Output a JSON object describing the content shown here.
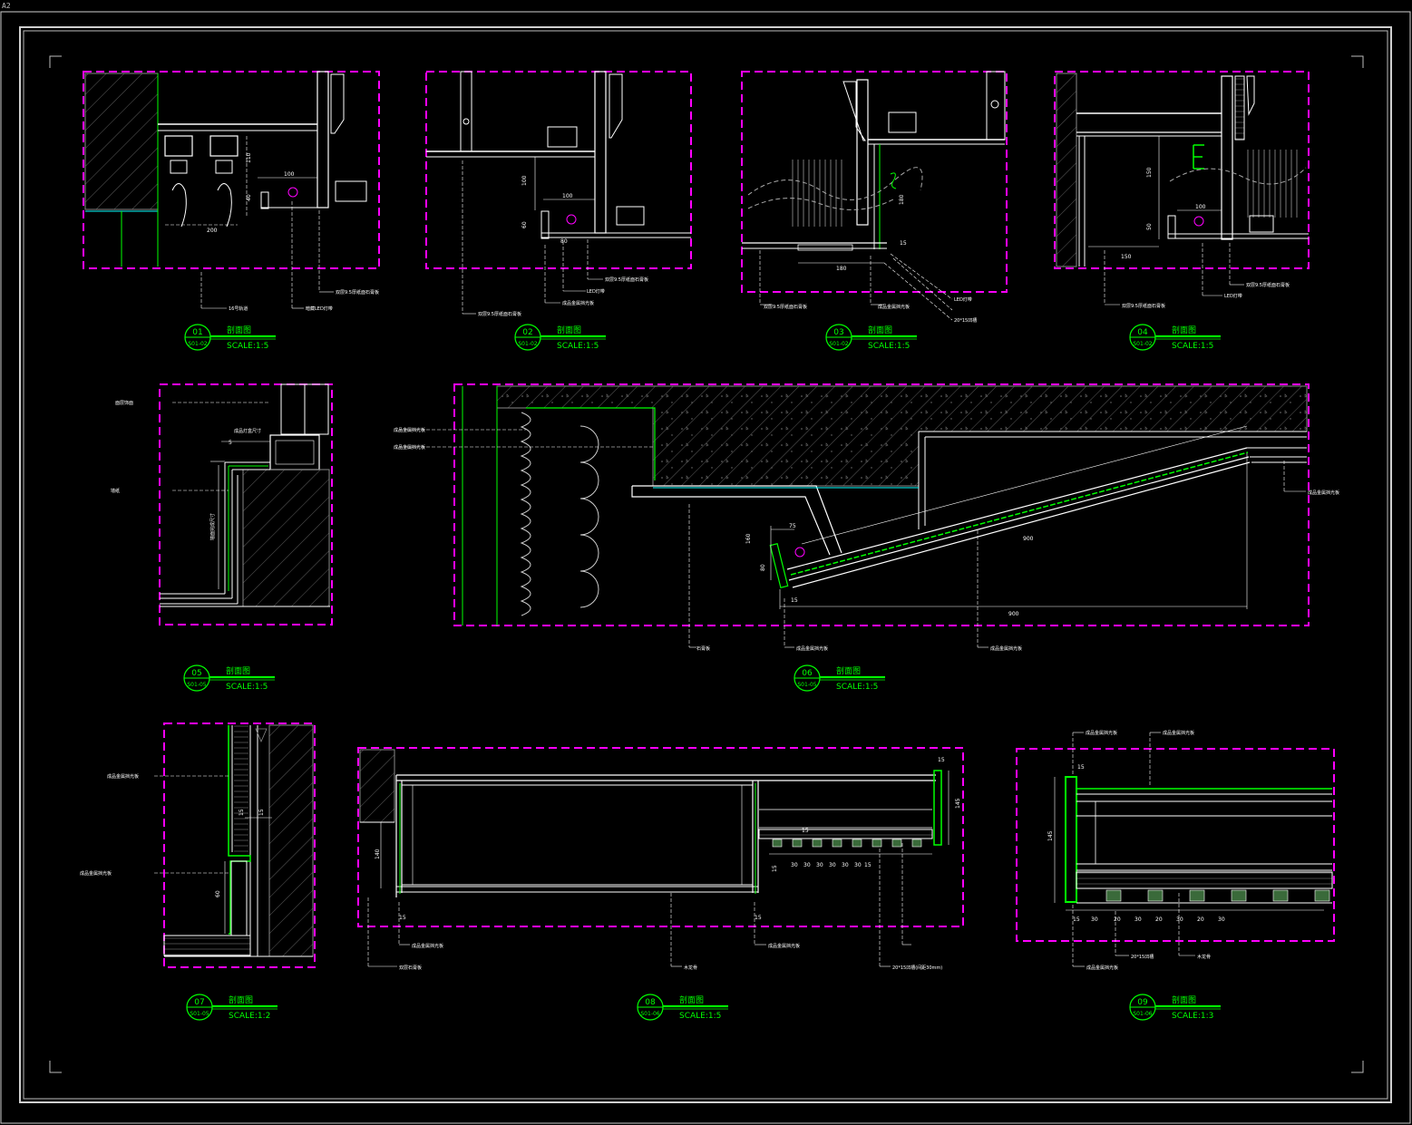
{
  "sheet": {
    "tag": "A2",
    "colors": {
      "background": "#000000",
      "frame": "#d8d8d8",
      "detail_border": "#ff00ff",
      "annotation": "#00ff00",
      "geometry": "#ffffff",
      "cyan": "#00ffff",
      "hatch": "#6a6a6a"
    }
  },
  "details": [
    {
      "number": "01",
      "sheet_ref": "S01-02",
      "name": "剖面图",
      "scale": "SCALE:1:5",
      "dims": [
        "100",
        "40",
        "110",
        "200"
      ],
      "notes": [
        "16号轨道",
        "暗藏LED灯带",
        "双层9.5厚纸面石膏板"
      ]
    },
    {
      "number": "02",
      "sheet_ref": "S01-02",
      "name": "剖面图",
      "scale": "SCALE:1:5",
      "dims": [
        "100",
        "100",
        "60",
        "80"
      ],
      "notes": [
        "双层9.5厚纸面石膏板",
        "LED灯带",
        "成品金属挡光板",
        "双层9.5厚纸面石膏板"
      ]
    },
    {
      "number": "03",
      "sheet_ref": "S01-02",
      "name": "剖面图",
      "scale": "SCALE:1:5",
      "dims": [
        "180",
        "180",
        "15"
      ],
      "notes": [
        "双层9.5厚纸面石膏板",
        "成品金属挡光板",
        "LED灯带",
        "20*15凹槽"
      ]
    },
    {
      "number": "04",
      "sheet_ref": "S01-02",
      "name": "剖面图",
      "scale": "SCALE:1:5",
      "dims": [
        "150",
        "50",
        "100",
        "150"
      ],
      "notes": [
        "双层9.5厚纸面石膏板",
        "LED灯带",
        "双层9.5厚纸面石膏板"
      ]
    },
    {
      "number": "05",
      "sheet_ref": "S01-05",
      "name": "剖面图",
      "scale": "SCALE:1:5",
      "dims": [
        "5"
      ],
      "notes": [
        "面层饰面",
        "墙纸",
        "成品灯盒尺寸",
        "墙面完成尺寸"
      ]
    },
    {
      "number": "06",
      "sheet_ref": "S01-05",
      "name": "剖面图",
      "scale": "SCALE:1:5",
      "dims": [
        "75",
        "160",
        "80",
        "15",
        "900",
        "900"
      ],
      "notes": [
        "石膏板",
        "成品金属挡光板",
        "成品金属挡光板",
        "成品金属挡光板",
        "成品金属挡光板",
        "成品金属挡光板"
      ]
    },
    {
      "number": "07",
      "sheet_ref": "S01-05",
      "name": "剖面图",
      "scale": "SCALE:1:2",
      "dims": [
        "15",
        "15",
        "60"
      ],
      "notes": [
        "成品金属挡光板",
        "成品金属挡光板"
      ]
    },
    {
      "number": "08",
      "sheet_ref": "S01-06",
      "name": "剖面图",
      "scale": "SCALE:1:5",
      "dims": [
        "15",
        "140",
        "15",
        "15",
        "15",
        "145",
        "30",
        "30",
        "30",
        "30",
        "30",
        "30",
        "15",
        "15"
      ],
      "notes": [
        "成品金属挡光板",
        "双层石膏板",
        "木龙骨",
        "成品金属挡光板",
        "20*15凹槽(间距30mm)"
      ]
    },
    {
      "number": "09",
      "sheet_ref": "S01-06",
      "name": "剖面图",
      "scale": "SCALE:1:3",
      "dims": [
        "15",
        "145",
        "15",
        "30",
        "20",
        "30",
        "20",
        "30",
        "20",
        "30"
      ],
      "notes": [
        "成品金属挡光板",
        "成品金属挡光板",
        "20*15凹槽",
        "木龙骨",
        "成品金属挡光板"
      ]
    }
  ]
}
